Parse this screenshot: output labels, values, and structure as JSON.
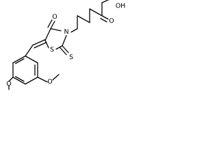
{
  "molecule": {
    "atoms": {
      "carbonyl_oxygen": "O",
      "ring_nitrogen": "N",
      "ring_sulfur": "S",
      "thione_sulfur": "S",
      "acid_oxygen_double": "O",
      "acid_hydroxyl": "OH",
      "methoxy_oxygen_3": "O",
      "methoxy_oxygen_4": "O"
    }
  }
}
